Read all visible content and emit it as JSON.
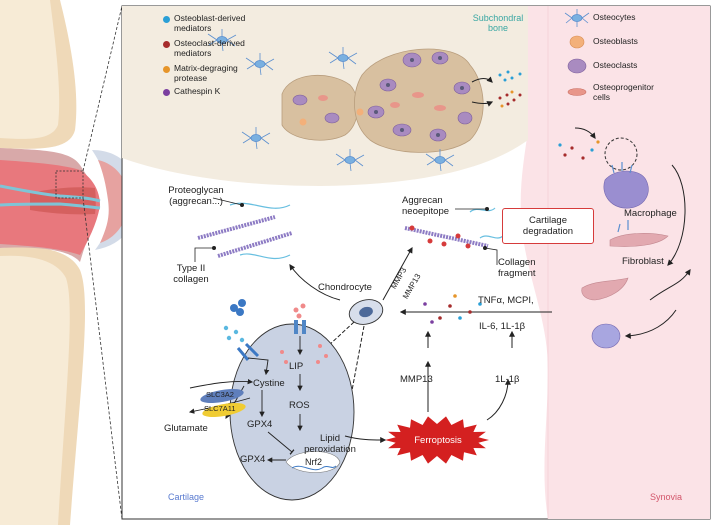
{
  "legend_mediators": [
    {
      "label": "Osteoblast-derived mediators",
      "color": "#2a9fd6"
    },
    {
      "label": "Osteoclast-derived mediators",
      "color": "#a62c2c"
    },
    {
      "label": "Matrix-degraging protease",
      "color": "#e6952a"
    },
    {
      "label": "Cathespin K",
      "color": "#7b3fa0"
    }
  ],
  "legend_cells": [
    "Osteocytes",
    "Osteoblasts",
    "Osteoclasts",
    "Osteoprogenitor cells"
  ],
  "regions": {
    "subchondral": "Subchondral bone",
    "cartilage": "Cartilage",
    "synovia": "Synovia"
  },
  "labels": {
    "proteoglycan": "Proteoglycan (aggrecan...)",
    "type2_collagen": "Type II collagen",
    "aggrecan_neoepitope": "Aggrecan neoepitope",
    "collagen_fragment": "Collagen fragment",
    "cartilage_degradation": "Cartilage degradation",
    "chondrocyte": "Chondrocyte",
    "mmp3": "MMP3",
    "mmp13_small": "MMP13",
    "macrophage": "Macrophage",
    "fibroblast": "Fibroblast",
    "cytokines_line1": "TNFα, MCPI,",
    "cytokines_line2": "IL-6, 1L-1β",
    "mmp13": "MMP13",
    "il1b": "1L-1β",
    "ferroptosis": "Ferroptosis",
    "lip": "LIP",
    "ros": "ROS",
    "lipid_peroxidation": "Lipid peroxidation",
    "cystine": "Cystine",
    "gpx4_top": "GPX4",
    "gpx4_bottom": "GPX4",
    "nrf2": "Nrf2",
    "glutamate": "Glutamate",
    "slc3a2": "SLC3A2",
    "slc7a11": "SLC7A11"
  },
  "colors": {
    "bone": "#f3ece0",
    "synovia": "#fbe3e7",
    "cell": "#c9d2e3",
    "ferroptosis": "#d42020"
  }
}
